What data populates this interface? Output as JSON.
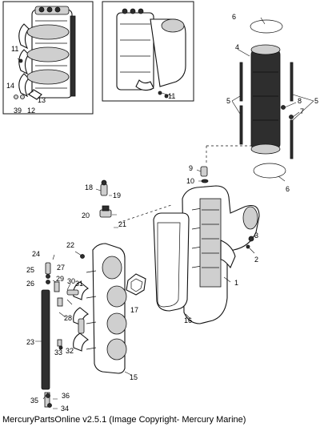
{
  "diagram": {
    "callouts": [
      {
        "id": "c1",
        "text": "1"
      },
      {
        "id": "c2",
        "text": "2"
      },
      {
        "id": "c3",
        "text": "3"
      },
      {
        "id": "c4",
        "text": "4"
      },
      {
        "id": "c5a",
        "text": "5"
      },
      {
        "id": "c5b",
        "text": "5"
      },
      {
        "id": "c6a",
        "text": "6"
      },
      {
        "id": "c6b",
        "text": "6"
      },
      {
        "id": "c7",
        "text": "7"
      },
      {
        "id": "c8",
        "text": "8"
      },
      {
        "id": "c9",
        "text": "9"
      },
      {
        "id": "c10",
        "text": "10"
      },
      {
        "id": "c11a",
        "text": "11"
      },
      {
        "id": "c11b",
        "text": "11"
      },
      {
        "id": "c12",
        "text": "12"
      },
      {
        "id": "c13",
        "text": "13"
      },
      {
        "id": "c14",
        "text": "14"
      },
      {
        "id": "c15",
        "text": "15"
      },
      {
        "id": "c16",
        "text": "16"
      },
      {
        "id": "c17",
        "text": "17"
      },
      {
        "id": "c18",
        "text": "18"
      },
      {
        "id": "c19",
        "text": "19"
      },
      {
        "id": "c20",
        "text": "20"
      },
      {
        "id": "c21",
        "text": "21"
      },
      {
        "id": "c22",
        "text": "22"
      },
      {
        "id": "c23",
        "text": "23"
      },
      {
        "id": "c24",
        "text": "24"
      },
      {
        "id": "c25",
        "text": "25"
      },
      {
        "id": "c26",
        "text": "26"
      },
      {
        "id": "c27",
        "text": "27"
      },
      {
        "id": "c28",
        "text": "28"
      },
      {
        "id": "c29",
        "text": "29"
      },
      {
        "id": "c30",
        "text": "30"
      },
      {
        "id": "c31",
        "text": "31"
      },
      {
        "id": "c32",
        "text": "32"
      },
      {
        "id": "c33",
        "text": "33"
      },
      {
        "id": "c34",
        "text": "34"
      },
      {
        "id": "c35",
        "text": "35"
      },
      {
        "id": "c36",
        "text": "36"
      },
      {
        "id": "c39",
        "text": "39"
      }
    ]
  },
  "caption": "MercuryPartsOnline v2.5.1 (Image Copyright- Mercury Marine)"
}
